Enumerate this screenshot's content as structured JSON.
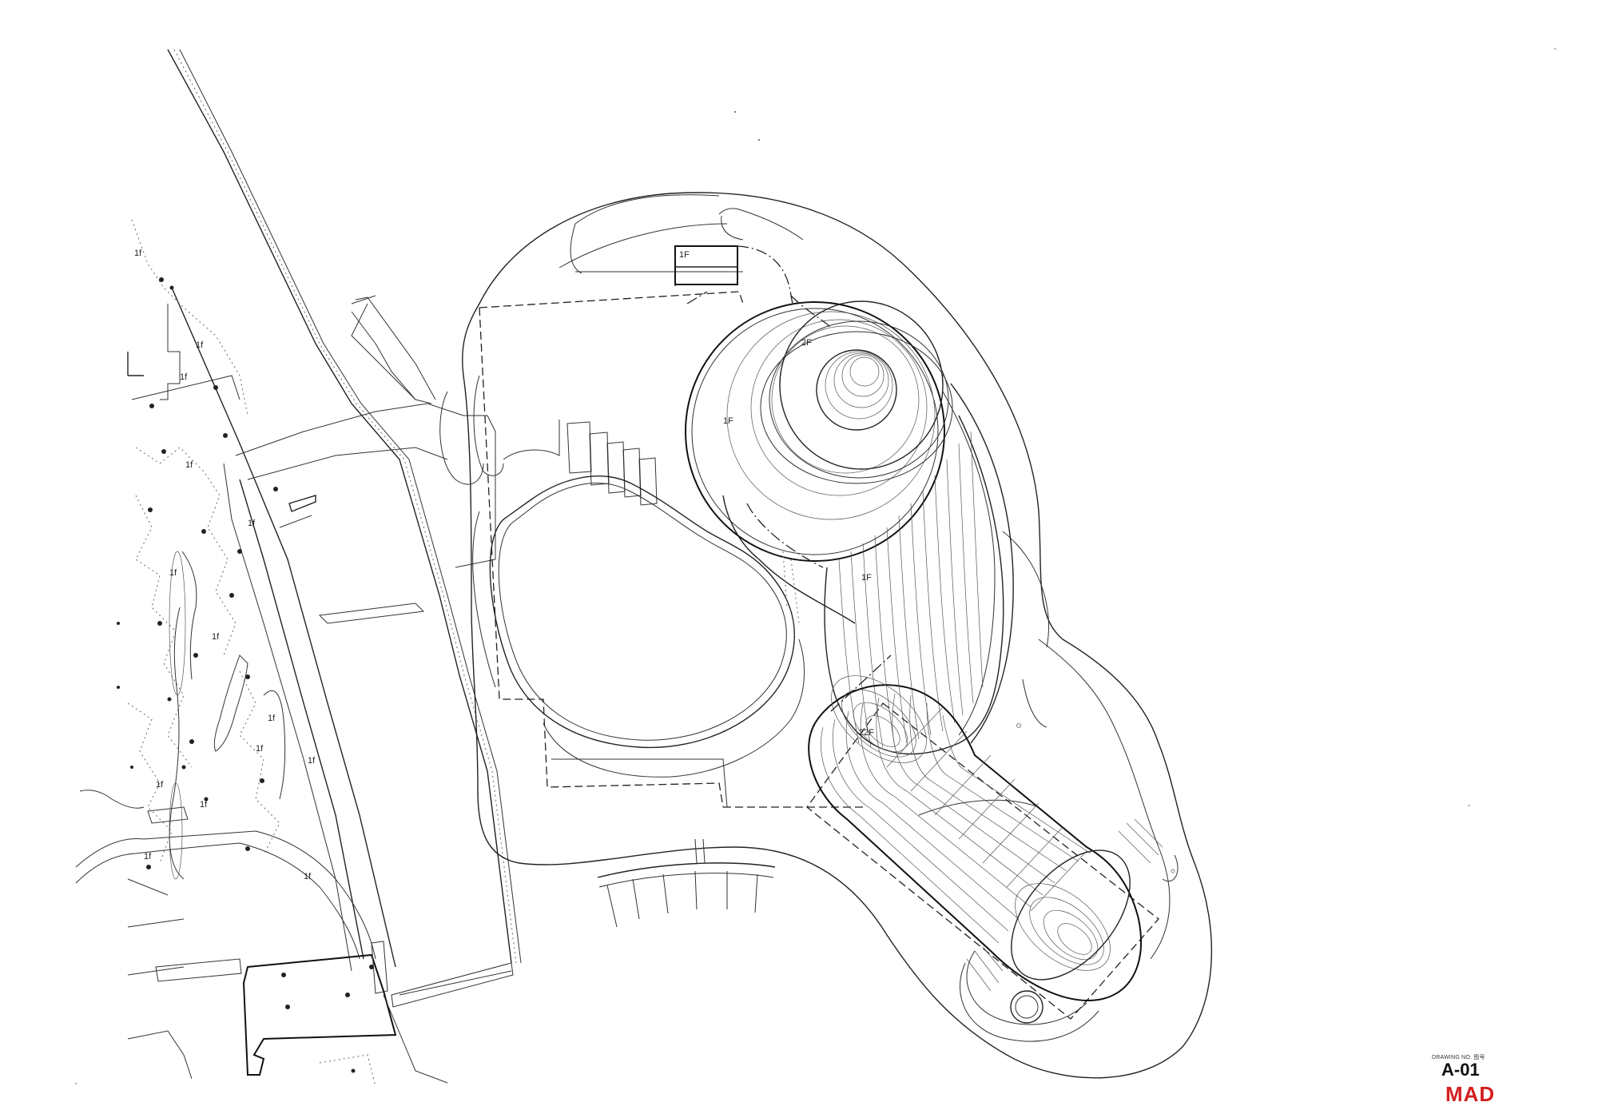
{
  "floor_labels": {
    "north_pavilion": "1F",
    "ring_base": "1F",
    "ring_top": "2F",
    "east_wing": "1F",
    "tower": "22F"
  },
  "west_area_label": "1f",
  "title_block": {
    "drawing_no_label": "DRAWING NO.   图号",
    "drawing_no": "A-01",
    "brand": "MAD",
    "brand_color": "#d41f1f"
  }
}
